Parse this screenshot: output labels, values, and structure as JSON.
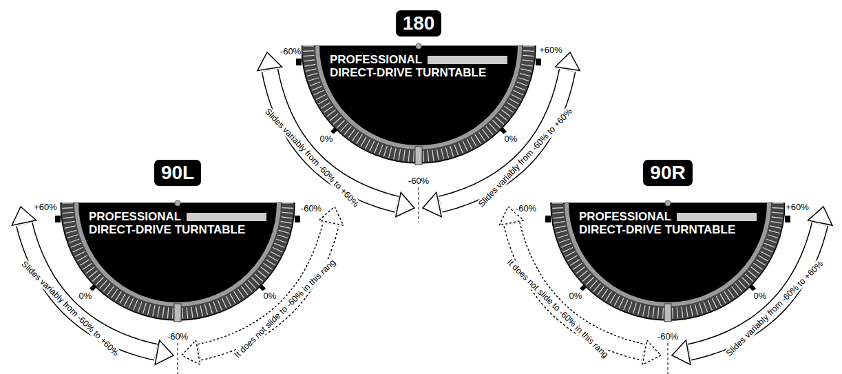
{
  "diagram": {
    "nodes": [
      {
        "text": [
          "180"
        ]
      },
      {
        "text": [
          "PROFESSIONAL",
          "DIRECT-DRIVE TURNTABLE"
        ]
      },
      {
        "text": [
          "90L"
        ]
      },
      {
        "text": [
          "PROFESSIONAL",
          "DIRECT-DRIVE TURNTABLE"
        ]
      },
      {
        "text": [
          "90R"
        ]
      },
      {
        "text": [
          "PROFESSIONAL",
          "DIRECT-DRIVE TURNTABLE"
        ]
      }
    ],
    "labels": [
      "-60%",
      "+60%",
      "0%",
      "0%",
      "-60%",
      "Slides variably from -60% to +60%",
      "Slides variably from -60% to +60%",
      "+60%",
      "-60%",
      "0%",
      "0%",
      "-60%",
      "Slides variably from -60% to +60%",
      "It does not slide to -60% in this rang",
      "-60%",
      "+60%",
      "0%",
      "0%",
      "-60%",
      "It does not slide to -60% in this rang",
      "Slides variably from -60% to +60%"
    ]
  }
}
